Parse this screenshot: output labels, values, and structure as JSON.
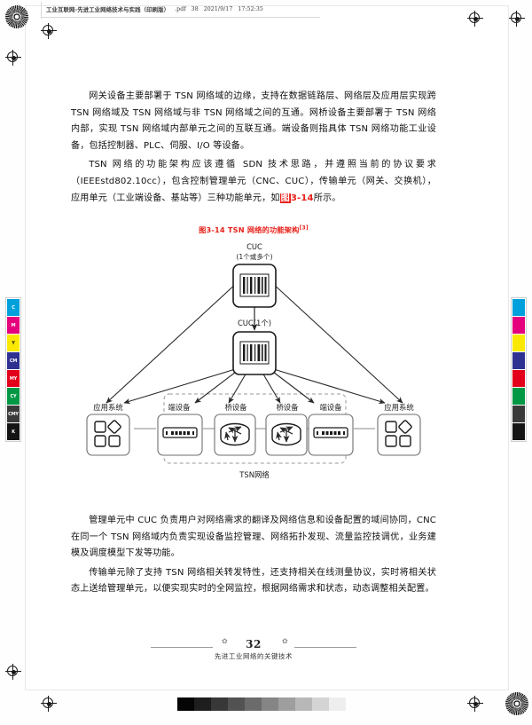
{
  "header": {
    "title": "工业互联网-先进工业网络技术与实践（印刷版）",
    "filetype": ".pdf",
    "page_marker": "38",
    "date": "2021/9/17",
    "time": "17:52:35"
  },
  "document": {
    "paragraphs": [
      "网关设备主要部署于 TSN 网络域的边缘，支持在数据链路层、网络层及应用层实现跨 TSN 网络域及 TSN 网络域与非 TSN 网络域之间的互通。网桥设备主要部署于 TSN 网络内部，实现 TSN 网络域内部单元之间的互联互通。端设备则指具体 TSN 网络功能工业设备，包括控制器、PLC、伺服、I/O 等设备。"
    ],
    "paragraph2_pre": "TSN 网络的功能架构应该遵循 SDN 技术思路，并遵照当前的协议要求（IEEEstd802.10cc），包含控制管理单元（CNC、CUC），传输单元（网关、交换机），应用单元（工业端设备、基站等）三种功能单元，如",
    "paragraph2_xref_box": "图",
    "paragraph2_xref": "3-14",
    "paragraph2_post": "所示。",
    "paragraphs_after": [
      "管理单元中 CUC 负责用户对网络需求的翻译及网络信息和设备配置的域间协同，CNC 在同一个 TSN 网络域内负责实现设备监控管理、网络拓扑发现、流量监控技调优，业务建模及调度模型下发等功能。",
      "传输单元除了支持 TSN 网络相关转发特性，还支持相关在线测量协议，实时将相关状态上送给管理单元，以便实现实时的全网监控，根据网络需求和状态，动态调整相关配置。"
    ]
  },
  "figure": {
    "caption_prefix": "图3-14 TSN 网络的功能架构",
    "caption_sup": "[3]",
    "caption_color": "#e8211a",
    "top_node": {
      "label": "CUC",
      "sublabel": "(1个或多个)"
    },
    "mid_node": {
      "label": "CUC(1个)"
    },
    "bottom_nodes": [
      {
        "label": "应用系统",
        "icon": "app-shapes-icon"
      },
      {
        "label": "端设备",
        "icon": "endpoint-device-icon"
      },
      {
        "label": "桥设备",
        "icon": "bridge-switch-icon"
      },
      {
        "label": "桥设备",
        "icon": "bridge-switch-icon"
      },
      {
        "label": "端设备",
        "icon": "endpoint-device-icon"
      },
      {
        "label": "应用系统",
        "icon": "app-shapes-icon"
      }
    ],
    "group_label": "TSN网络"
  },
  "footer": {
    "page_number": "32",
    "running_head": "先进工业网络的关键技术"
  },
  "calibration": {
    "color_bar": [
      {
        "label": "C",
        "color": "#00a0dd"
      },
      {
        "label": "M",
        "color": "#e5007d"
      },
      {
        "label": "Y",
        "color": "#fbe800"
      },
      {
        "label": "CM",
        "color": "#2e3192"
      },
      {
        "label": "MY",
        "color": "#e3001b"
      },
      {
        "label": "CY",
        "color": "#009844"
      },
      {
        "label": "CMY",
        "color": "#3a3a3a"
      },
      {
        "label": "K",
        "color": "#141414"
      }
    ],
    "gray_ramp": [
      "#050505",
      "#1e1e1e",
      "#383838",
      "#525252",
      "#6b6b6b",
      "#858585",
      "#9e9e9e",
      "#b8b8b8",
      "#d4d4d4",
      "#eeeeee"
    ]
  }
}
